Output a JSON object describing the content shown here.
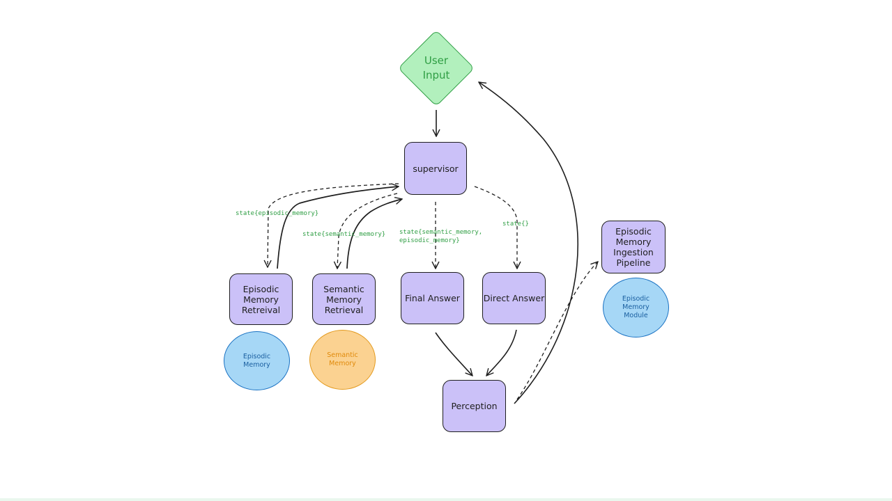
{
  "nodes": {
    "user_input": "User\nInput",
    "supervisor": "supervisor",
    "episodic_retrieval": "Episodic\nMemory\nRetreival",
    "semantic_retrieval": "Semantic\nMemory\nRetrieval",
    "final_answer": "Final Answer",
    "direct_answer": "Direct Answer",
    "perception": "Perception",
    "ingestion_pipeline": "Episodic\nMemory\nIngestion\nPipeline"
  },
  "stores": {
    "episodic_memory": "Episodic\nMemory",
    "semantic_memory": "Semantic\nMemory",
    "episodic_memory_module": "Episodic\nMemory\nModule"
  },
  "edge_labels": {
    "episodic": "state{episodic_memory}",
    "semantic": "state{semantic_memory}",
    "final": "state{semantic_memory,\nepisodic_memory}",
    "direct": "state{}"
  },
  "colors": {
    "process_fill": "#cbc1f8",
    "input_fill": "#b2f0bd",
    "memory_blue": "#a6d7f6",
    "memory_orange": "#fbd291",
    "label_green": "#2f9e44",
    "stroke": "#1e1e1e"
  }
}
